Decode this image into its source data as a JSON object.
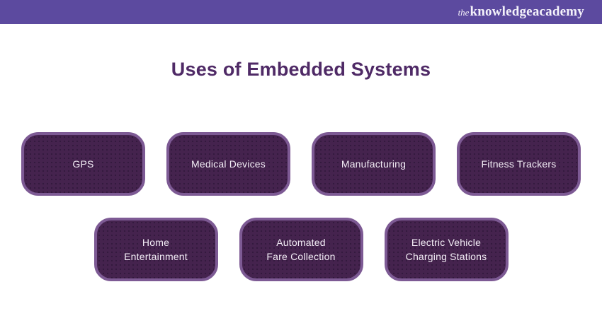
{
  "header": {
    "logo": {
      "the": "the",
      "knowledge": "knowledge",
      "academy": "academy"
    }
  },
  "title": "Uses of Embedded Systems",
  "colors": {
    "header_bg": "#5c4a9f",
    "title": "#4f2a66",
    "box_fill": "#45234e",
    "box_border": "#7d5a94",
    "box_text": "#f3edf6",
    "page_bg": "#ffffff",
    "logo_text": "#f4f2fa"
  },
  "rows": [
    {
      "items": [
        {
          "label": "GPS"
        },
        {
          "label": "Medical Devices"
        },
        {
          "label": "Manufacturing"
        },
        {
          "label": "Fitness Trackers"
        }
      ]
    },
    {
      "items": [
        {
          "label": "Home\nEntertainment"
        },
        {
          "label": "Automated\nFare Collection"
        },
        {
          "label": "Electric Vehicle\nCharging Stations"
        }
      ]
    }
  ]
}
